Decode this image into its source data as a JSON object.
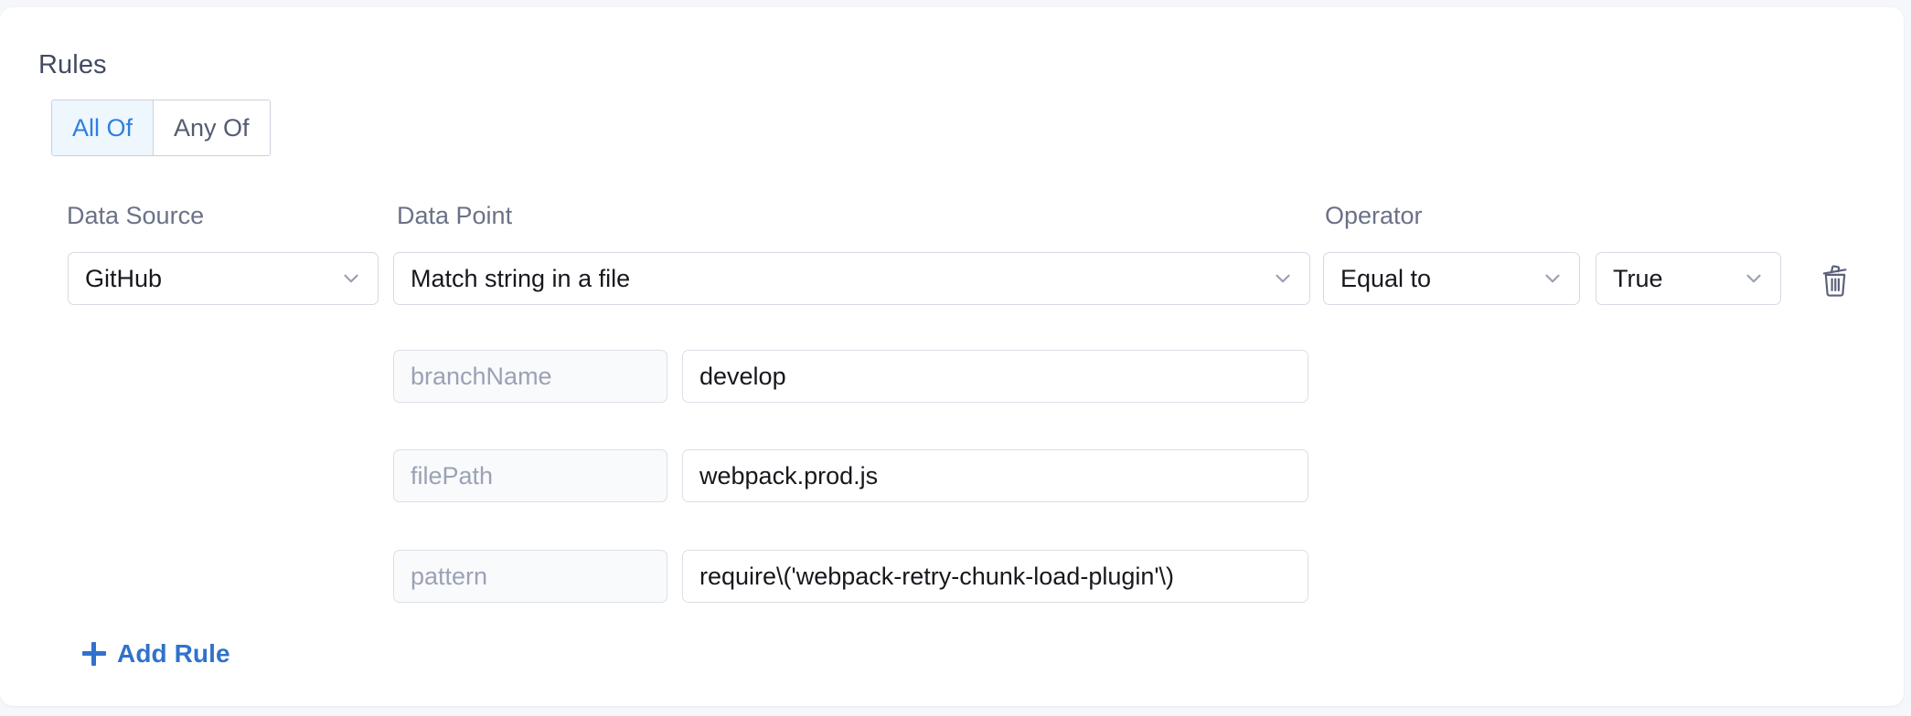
{
  "card": {
    "section_title": "Rules"
  },
  "match_toggle": {
    "options": [
      {
        "label": "All Of",
        "active": true
      },
      {
        "label": "Any Of",
        "active": false
      }
    ],
    "active_color": "#2f7fe0",
    "active_background": "#eef7fd"
  },
  "labels": {
    "data_source": "Data Source",
    "data_point": "Data Point",
    "operator": "Operator"
  },
  "rule": {
    "data_source": {
      "value": "GitHub",
      "icon": "chevron-down-icon"
    },
    "data_point": {
      "value": "Match string in a file",
      "icon": "chevron-down-icon"
    },
    "operator": {
      "value": "Equal to",
      "icon": "chevron-down-icon"
    },
    "operand": {
      "value": "True",
      "icon": "chevron-down-icon"
    },
    "delete": {
      "icon": "trash-icon"
    },
    "parameters": [
      {
        "key": "branchName",
        "value": "develop"
      },
      {
        "key": "filePath",
        "value": "webpack.prod.js"
      },
      {
        "key": "pattern",
        "value": "require\\('webpack-retry-chunk-load-plugin'\\)"
      }
    ]
  },
  "actions": {
    "add_rule": {
      "label": "Add Rule",
      "icon": "plus-icon",
      "color": "#3072cc"
    }
  }
}
